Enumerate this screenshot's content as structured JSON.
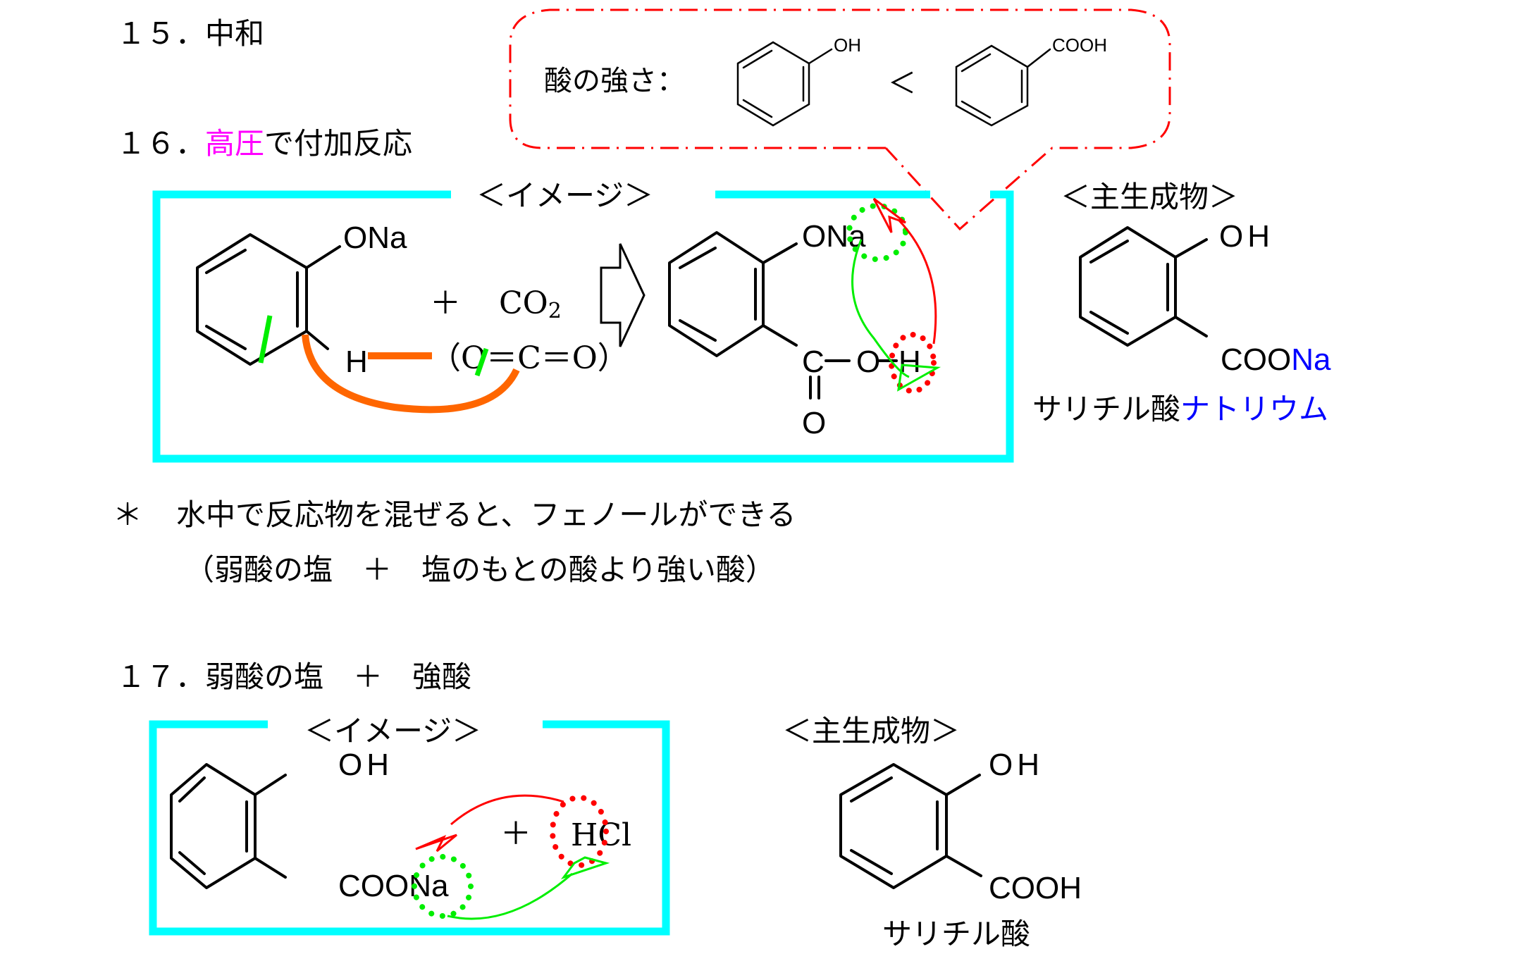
{
  "sections": {
    "s15": {
      "number": "１５．",
      "title": "中和"
    },
    "s16": {
      "number": "１６．",
      "title_highlight": "高圧",
      "title_rest": "で付加反応",
      "highlight_color": "#ff00ff"
    },
    "note": {
      "bullet": "＊",
      "line1": "水中で反応物を混ぜると、フェノールができる",
      "line2": "（弱酸の塩　＋　塩のもとの酸より強い酸）"
    },
    "s17": {
      "number": "１７．",
      "title": "弱酸の塩　＋　強酸"
    }
  },
  "callout": {
    "label": "酸の強さ：",
    "compare_symbol": "＜",
    "weaker": {
      "substituent": "OH",
      "name": "phenol"
    },
    "stronger": {
      "substituent": "COOH",
      "name": "benzoic-acid"
    },
    "color": "#ff0000"
  },
  "reaction16": {
    "image_label": "＜イメージ＞",
    "product_label": "＜主生成物＞",
    "reactant1": {
      "substituent": "ONa",
      "h_label": "H"
    },
    "plus": "＋",
    "reactant2": {
      "formula_main": "CO",
      "formula_sub": "2",
      "structure": "（O＝C＝O）"
    },
    "intermediate": {
      "top": "ONa",
      "c": "C",
      "bond": "—",
      "o": "O",
      "h": "H",
      "carbonyl_o": "O"
    },
    "product": {
      "top": "OH",
      "bottom_main": "COO",
      "bottom_na": "Na",
      "name_main": "サリチル酸",
      "name_na": "ナトリウム",
      "na_color": "#0000ff"
    },
    "colors": {
      "box": "#00ffff",
      "orange": "#ff6600",
      "green": "#00ee00",
      "red": "#ff0000"
    }
  },
  "reaction17": {
    "image_label": "＜イメージ＞",
    "product_label": "＜主生成物＞",
    "reactant1": {
      "top": "OH",
      "bottom": "COONa"
    },
    "plus": "＋",
    "reactant2": "HCl",
    "product": {
      "top": "OH",
      "bottom": "COOH",
      "name": "サリチル酸"
    }
  }
}
